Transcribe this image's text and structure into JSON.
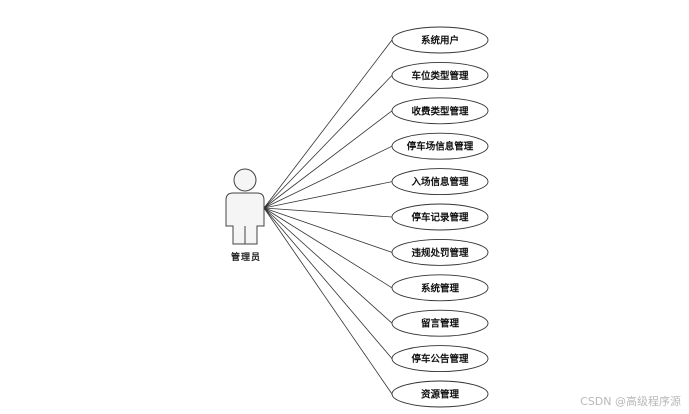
{
  "diagram": {
    "actor": {
      "label": "管理员"
    },
    "use_cases": [
      {
        "label": "系统用户"
      },
      {
        "label": "车位类型管理"
      },
      {
        "label": "收费类型管理"
      },
      {
        "label": "停车场信息管理"
      },
      {
        "label": "入场信息管理"
      },
      {
        "label": "停车记录管理"
      },
      {
        "label": "违规处罚管理"
      },
      {
        "label": "系统管理"
      },
      {
        "label": "留言管理"
      },
      {
        "label": "停车公告管理"
      },
      {
        "label": "资源管理"
      }
    ]
  },
  "watermark": "CSDN @高级程序源",
  "colors": {
    "stroke": "#333333",
    "actor_fill": "#f5f5f5",
    "ellipse_fill": "#ffffff",
    "text": "#111111"
  }
}
